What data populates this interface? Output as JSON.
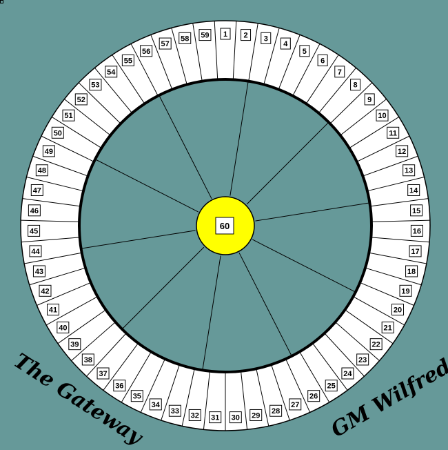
{
  "board": {
    "background_color": "#669999",
    "ring_color": "#ffffff",
    "inner_color": "#669999",
    "center_color": "#ffff00",
    "sector_count": 59,
    "center_value": "60",
    "numbers": [
      "1",
      "2",
      "3",
      "4",
      "5",
      "6",
      "7",
      "8",
      "9",
      "10",
      "11",
      "12",
      "13",
      "14",
      "15",
      "16",
      "17",
      "18",
      "19",
      "20",
      "21",
      "22",
      "23",
      "24",
      "25",
      "26",
      "27",
      "28",
      "29",
      "30",
      "31",
      "32",
      "33",
      "34",
      "35",
      "36",
      "37",
      "38",
      "39",
      "40",
      "41",
      "42",
      "43",
      "44",
      "45",
      "46",
      "47",
      "48",
      "49",
      "50",
      "51",
      "52",
      "53",
      "54",
      "55",
      "56",
      "57",
      "58",
      "59"
    ],
    "inner_divisions": 10
  },
  "captions": {
    "left": "The Gateway",
    "right": "GM Wilfred"
  }
}
